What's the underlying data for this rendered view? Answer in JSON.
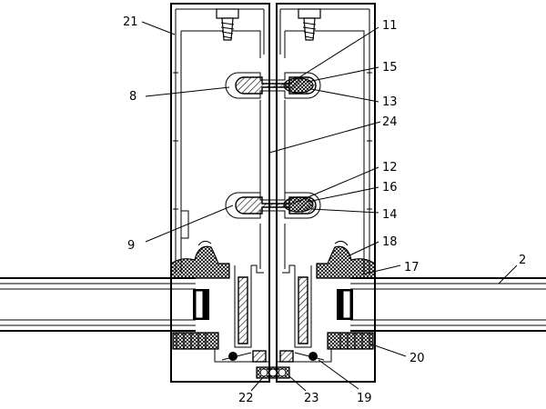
{
  "labels": {
    "l21": "21",
    "l11": "11",
    "l15": "15",
    "l8": "8",
    "l13": "13",
    "l24": "24",
    "l12": "12",
    "l16": "16",
    "l9": "9",
    "l14": "14",
    "l18": "18",
    "l17": "17",
    "l2": "2",
    "l20": "20",
    "l22": "22",
    "l23": "23",
    "l19": "19"
  }
}
